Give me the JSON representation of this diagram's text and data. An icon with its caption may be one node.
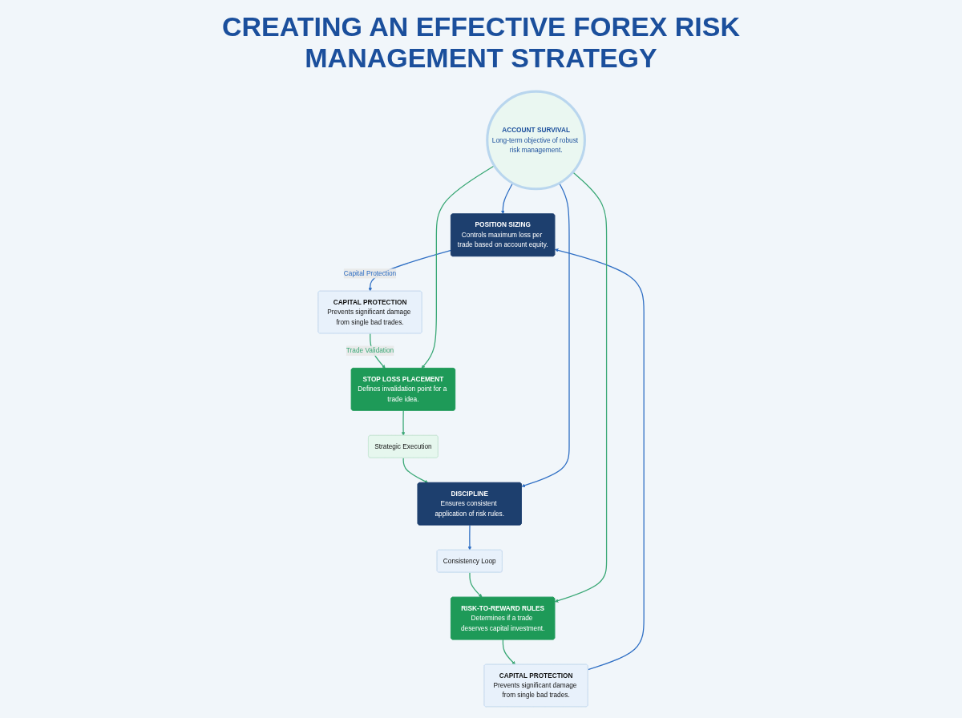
{
  "diagram": {
    "title": "CREATING AN EFFECTIVE FOREX RISK MANAGEMENT STRATEGY",
    "nodes": [
      {
        "text": [
          "POSITION SIZING",
          "Controls maximum loss per trade based on account equity."
        ]
      },
      {
        "text": [
          "CAPITAL PROTECTION",
          "Prevents significant damage from single bad trades."
        ]
      },
      {
        "text": [
          "STOP LOSS PLACEMENT",
          "Defines invalidation point for a trade idea."
        ]
      },
      {
        "text": [
          "ACCOUNT SURVIVAL",
          "Long-term objective of robust risk management."
        ]
      },
      {
        "text": [
          "CAPITAL PROTECTION",
          "Prevents significant damage from single bad trades."
        ]
      },
      {
        "text": [
          "Strategic Execution"
        ]
      },
      {
        "text": [
          "RISK-TO-REWARD RULES",
          "Determines if a trade deserves capital investment."
        ]
      },
      {
        "text": [
          "Consistency Loop"
        ]
      },
      {
        "text": [
          "DISCIPLINE",
          "Ensures consistent application of risk rules."
        ]
      }
    ],
    "edges": [
      {
        "from": 0,
        "to": 1,
        "arrow": "to",
        "label": "Capital Protection",
        "color": "#2f6fc4"
      },
      {
        "from": 1,
        "to": 2,
        "arrow": "to",
        "label": "Trade Validation"
      },
      {
        "from": 2,
        "to": 5,
        "arrow": "to"
      },
      {
        "from": 5,
        "to": 8,
        "arrow": "to"
      },
      {
        "from": 8,
        "to": 7,
        "arrow": "to",
        "color": "#2f6fc4"
      },
      {
        "from": 7,
        "to": 6,
        "arrow": "to"
      },
      {
        "from": 6,
        "to": 4,
        "arrow": "to"
      },
      {
        "from": 4,
        "to": 0,
        "arrow": "to",
        "color": "#2f6fc4"
      },
      {
        "from": 3,
        "to": 0,
        "arrow": "to",
        "color": "#2f6fc4"
      },
      {
        "from": 3,
        "to": 2,
        "arrow": "to"
      },
      {
        "from": 3,
        "to": 6,
        "arrow": "to"
      },
      {
        "from": 3,
        "to": 8,
        "arrow": "to",
        "color": "#2f6fc4"
      }
    ]
  }
}
